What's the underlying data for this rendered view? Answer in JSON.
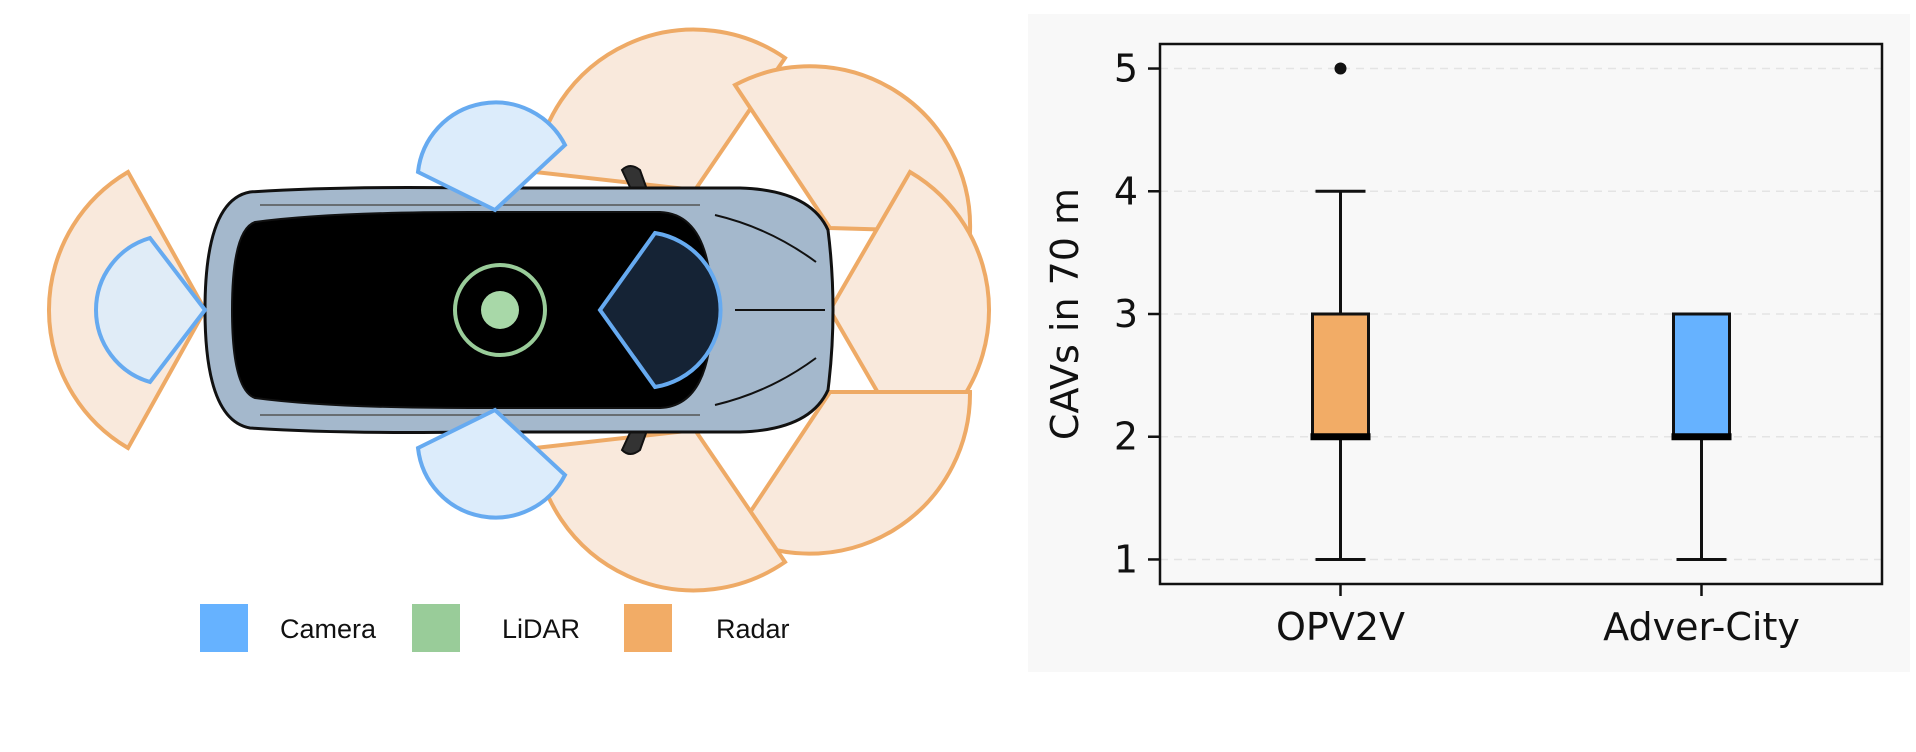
{
  "legend": {
    "items": [
      {
        "label": "Camera",
        "color": "#66b2ff"
      },
      {
        "label": "LiDAR",
        "color": "#99cc99"
      },
      {
        "label": "Radar",
        "color": "#f2ac66"
      }
    ]
  },
  "colors": {
    "camera_stroke": "#66aaf0",
    "camera_fill": "#dcecfb",
    "radar_stroke": "#eeaa66",
    "radar_fill": "#f9e9dc",
    "lidar_stroke": "#99cc99",
    "lidar_fill": "#a8d8a8",
    "car_body": "#a4b8cc"
  },
  "chart_data": {
    "type": "box",
    "title": "",
    "xlabel": "",
    "ylabel": "CAVs in 70 m",
    "ylim": [
      0.8,
      5.2
    ],
    "yticks": [
      1,
      2,
      3,
      4,
      5
    ],
    "grid": "horizontal dashed",
    "categories": [
      "OPV2V",
      "Adver-City"
    ],
    "series": [
      {
        "category": "OPV2V",
        "whisker_low": 1,
        "q1": 2,
        "median": 2,
        "q3": 3,
        "whisker_high": 4,
        "outliers": [
          5
        ],
        "color": "#f2ac66"
      },
      {
        "category": "Adver-City",
        "whisker_low": 1,
        "q1": 2,
        "median": 2,
        "q3": 3,
        "whisker_high": 3,
        "outliers": [],
        "color": "#66b2ff"
      }
    ]
  }
}
